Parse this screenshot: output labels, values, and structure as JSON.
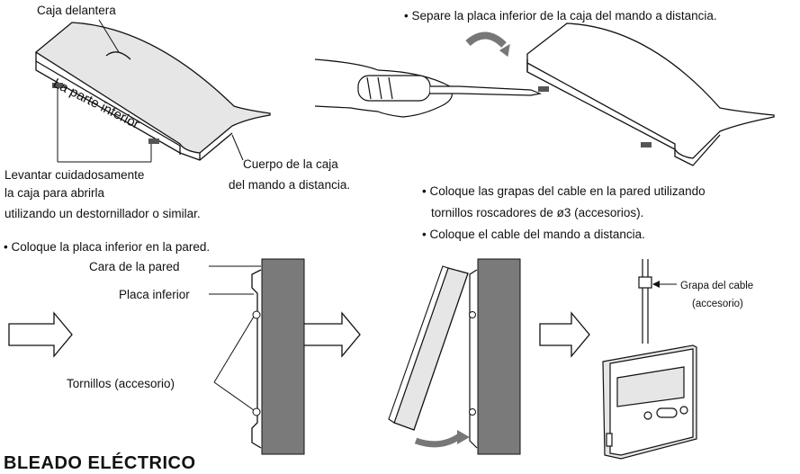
{
  "labels": {
    "front_case": "Caja delantera",
    "bottom_part": "La parte inferior",
    "lift_line1": "Levantar cuidadosamente",
    "lift_line2": "la caja para abrirla",
    "lift_line3": "utilizando un destornillador o similar.",
    "body_line1": "Cuerpo de la caja",
    "body_line2": "del mando a distancia.",
    "separate": "• Separe la placa inferior de la caja del mando a distancia.",
    "clamps_line1": "• Coloque las grapas del cable en la pared utilizando",
    "clamps_line2": "tornillos roscadores de ø3 (accesorios).",
    "cable": "• Coloque el cable del mando a distancia.",
    "place_plate": "• Coloque la placa inferior en la pared.",
    "wall_face": "Cara de la pared",
    "bottom_plate": "Placa inferior",
    "screws": "Tornillos (accesorio)",
    "clamp_line1": "Grapa del cable",
    "clamp_line2": "(accesorio)"
  },
  "section_heading": "BLEADO ELÉCTRICO"
}
